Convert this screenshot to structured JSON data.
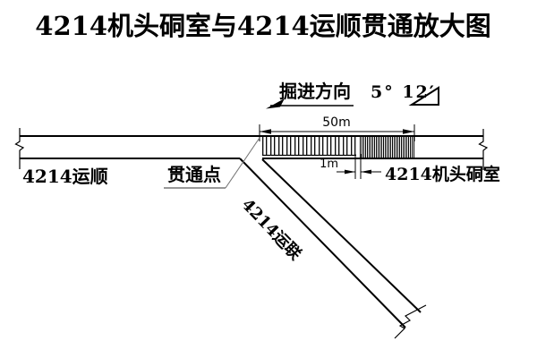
{
  "title": "4214机头硐室与4214运顺贯通放大图",
  "annotations": {
    "direction_label": "掘进方向",
    "angle_label": "5° 12′",
    "dim_50m": "50m",
    "dim_1m": "1m"
  },
  "labels": {
    "left_tunnel": "4214运顺",
    "breakthrough_point": "贯通点",
    "chamber": "4214机头硐室",
    "diagonal_tunnel": "4214运联"
  },
  "colors": {
    "line": "#000000",
    "leader": "#777777",
    "background": "#ffffff"
  }
}
